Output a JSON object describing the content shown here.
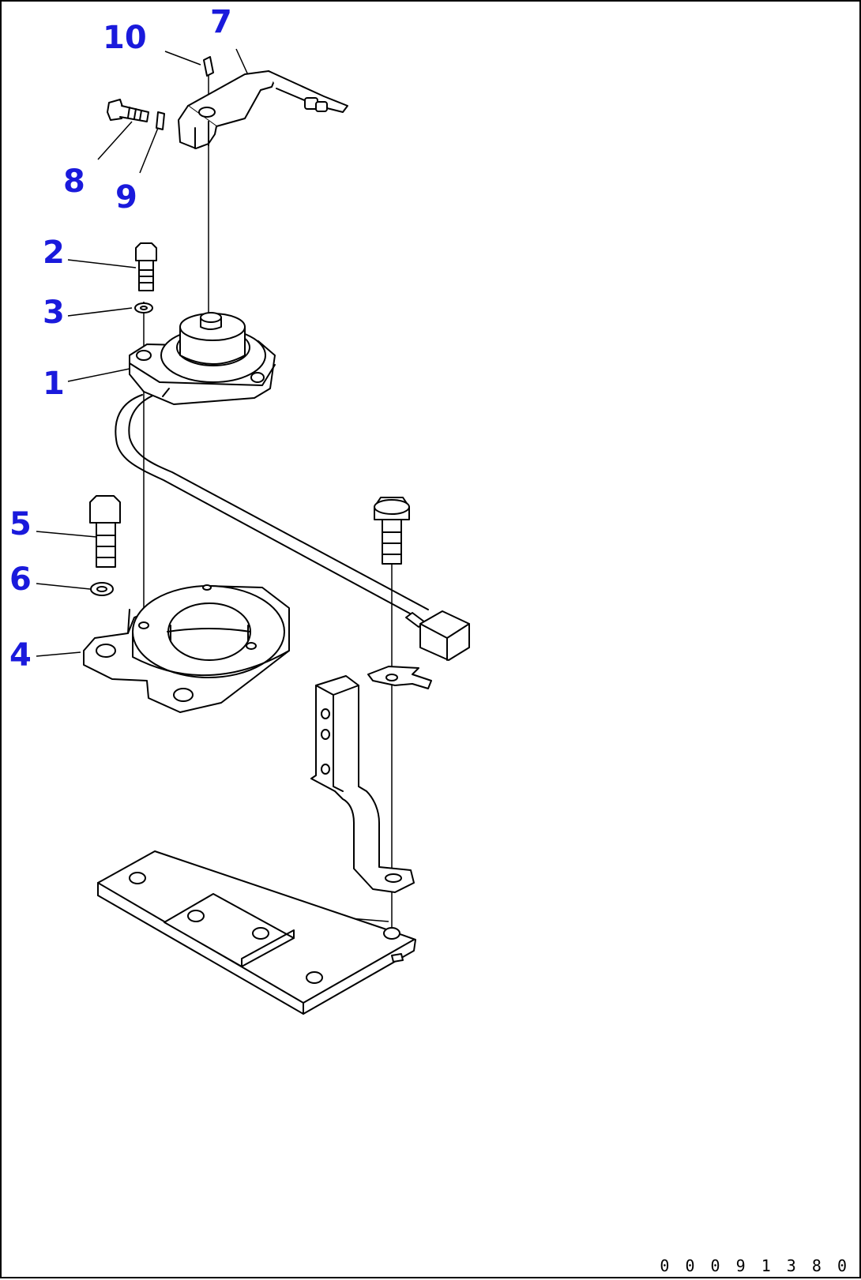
{
  "callouts": [
    "1",
    "2",
    "3",
    "4",
    "5",
    "6",
    "7",
    "8",
    "9",
    "10"
  ],
  "drawing_number": "0 0 0 9 1 3 8 0"
}
